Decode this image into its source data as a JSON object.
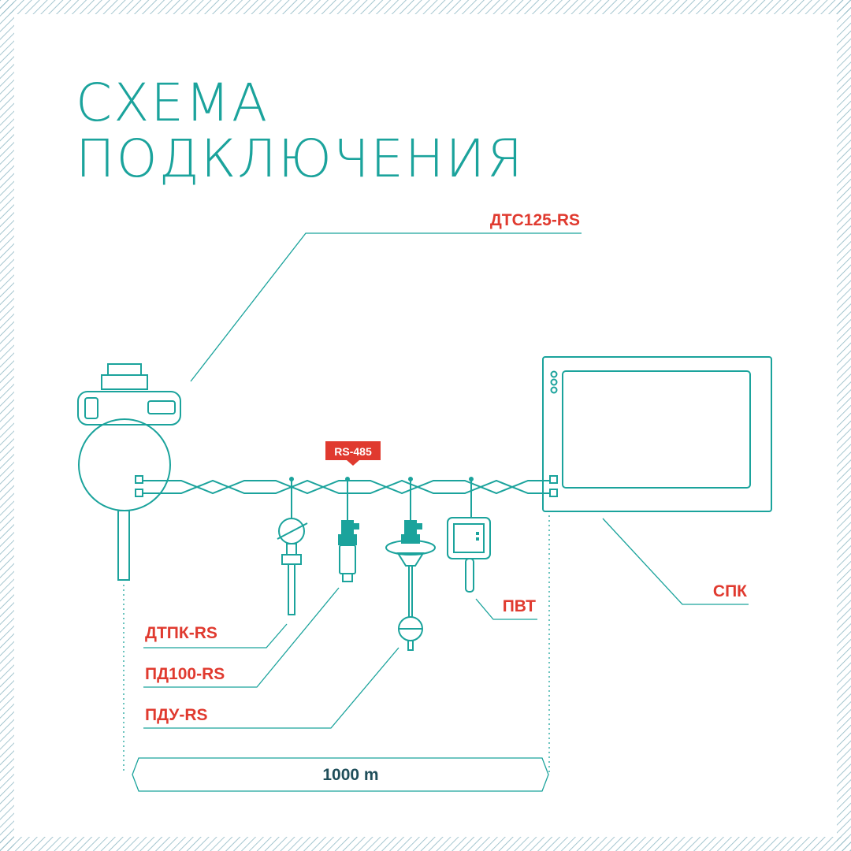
{
  "title": {
    "line1": "СХЕМА",
    "line2": "ПОДКЛЮЧЕНИЯ"
  },
  "bus": {
    "label": "RS-485"
  },
  "devices": {
    "dtc125": "ДТС125-RS",
    "spk": "СПК",
    "pvt": "ПВТ",
    "dtpk": "ДТПК-RS",
    "pd100": "ПД100-RS",
    "pdu": "ПДУ-RS"
  },
  "distance": {
    "label": "1000 m"
  },
  "colors": {
    "accent": "#1ba39c",
    "label_red": "#e03a2f",
    "dimension_text": "#1f4e5a",
    "frame_hatch": "#8fb8c4"
  }
}
